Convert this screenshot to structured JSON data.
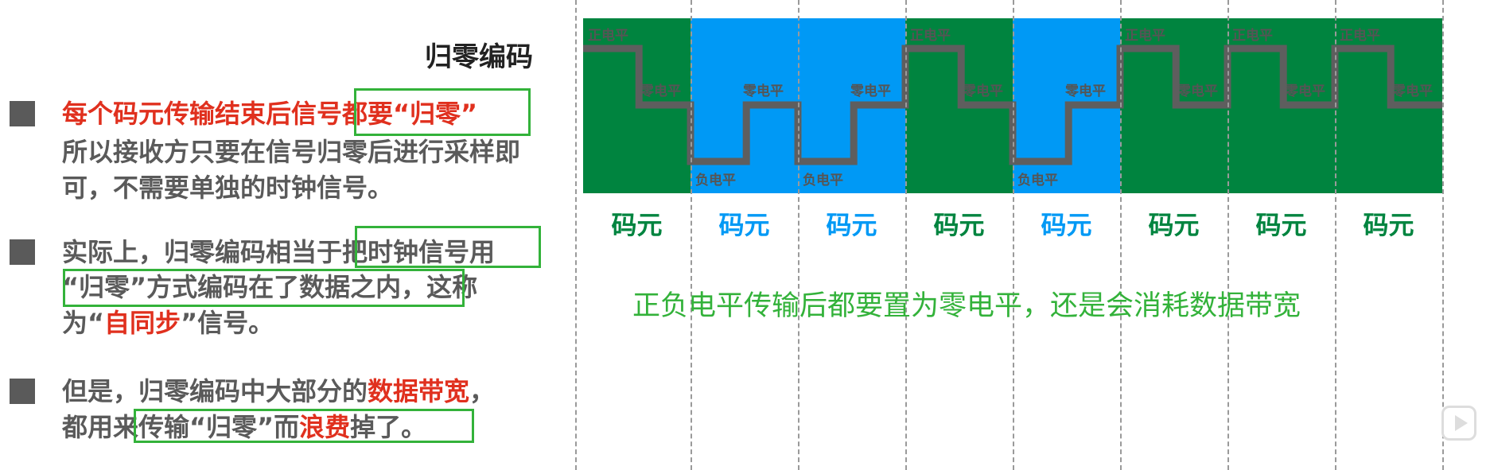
{
  "title": "归零编码",
  "bullets": [
    {
      "lines": [
        [
          {
            "t": "每个码元传输结束后信号都要“归零”",
            "red": true
          }
        ],
        [
          {
            "t": "所以接收方只要在信号归零后进行采样即",
            "red": false
          }
        ],
        [
          {
            "t": "可，不需要单独的时钟信号。",
            "red": false
          }
        ]
      ]
    },
    {
      "lines": [
        [
          {
            "t": "实际上，归零编码相当于把时钟信号用",
            "red": false
          }
        ],
        [
          {
            "t": "“归零”方式编码在了数据之内，这称",
            "red": false
          }
        ],
        [
          {
            "t": "为“",
            "red": false
          },
          {
            "t": "自同步",
            "red": true
          },
          {
            "t": "”信号。",
            "red": false
          }
        ]
      ]
    },
    {
      "lines": [
        [
          {
            "t": "但是，归零编码中大部分的",
            "red": false
          },
          {
            "t": "数据带宽",
            "red": true
          },
          {
            "t": "，",
            "red": false
          }
        ],
        [
          {
            "t": "都用来传输“归零”而",
            "red": false
          },
          {
            "t": "浪费",
            "red": true
          },
          {
            "t": "掉了。",
            "red": false
          }
        ]
      ]
    }
  ],
  "diagram": {
    "bits": [
      1,
      0,
      0,
      1,
      0,
      1,
      1,
      1
    ],
    "cell_label": "码元",
    "level_labels": {
      "positive": "正电平",
      "zero": "零电平",
      "negative": "负电平"
    },
    "colors": {
      "one": "#00843f",
      "zero": "#0099f5",
      "signal": "#5e5e5e"
    }
  },
  "note": "正负电平传输后都要置为零电平，还是会消耗数据带宽"
}
